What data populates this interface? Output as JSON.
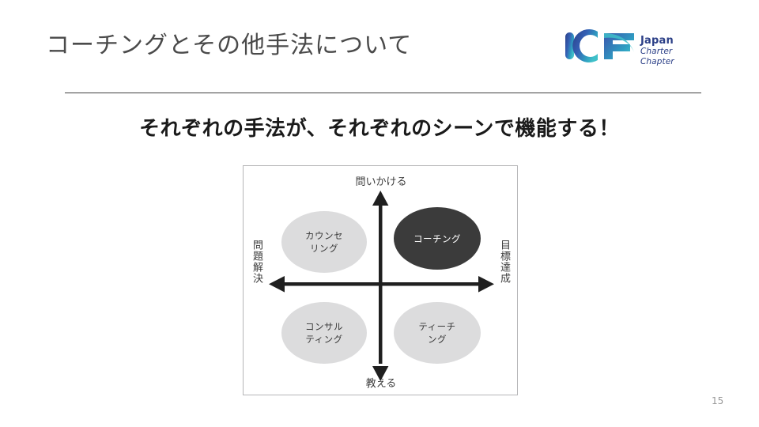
{
  "slide": {
    "title": "コーチングとその他手法について",
    "lead": "それぞれの手法が、それぞれのシーンで機能する！",
    "page_number": "15"
  },
  "logo": {
    "mark_text": "ICF",
    "line1": "Japan",
    "line2": "Charter Chapter",
    "color_dark": "#2b3f87",
    "color_mid": "#3f6fc0",
    "color_light": "#3ab7c4"
  },
  "matrix": {
    "axis": {
      "top": "問いかける",
      "bottom": "教える",
      "left": "問題解決",
      "right": "目標達成"
    },
    "bubbles": [
      {
        "label_line1": "カウンセ",
        "label_line2": "リング",
        "quadrant": "top-left",
        "style": "light"
      },
      {
        "label_line1": "コーチング",
        "label_line2": "",
        "quadrant": "top-right",
        "style": "dark"
      },
      {
        "label_line1": "コンサル",
        "label_line2": "ティング",
        "quadrant": "bottom-left",
        "style": "light"
      },
      {
        "label_line1": "ティーチ",
        "label_line2": "ング",
        "quadrant": "bottom-right",
        "style": "light"
      }
    ],
    "colors": {
      "bubble_light": "#dcdcdd",
      "bubble_dark": "#3b3b3b",
      "axis_arrow": "#1f1f1f",
      "frame_border": "#b6b6b8"
    }
  }
}
